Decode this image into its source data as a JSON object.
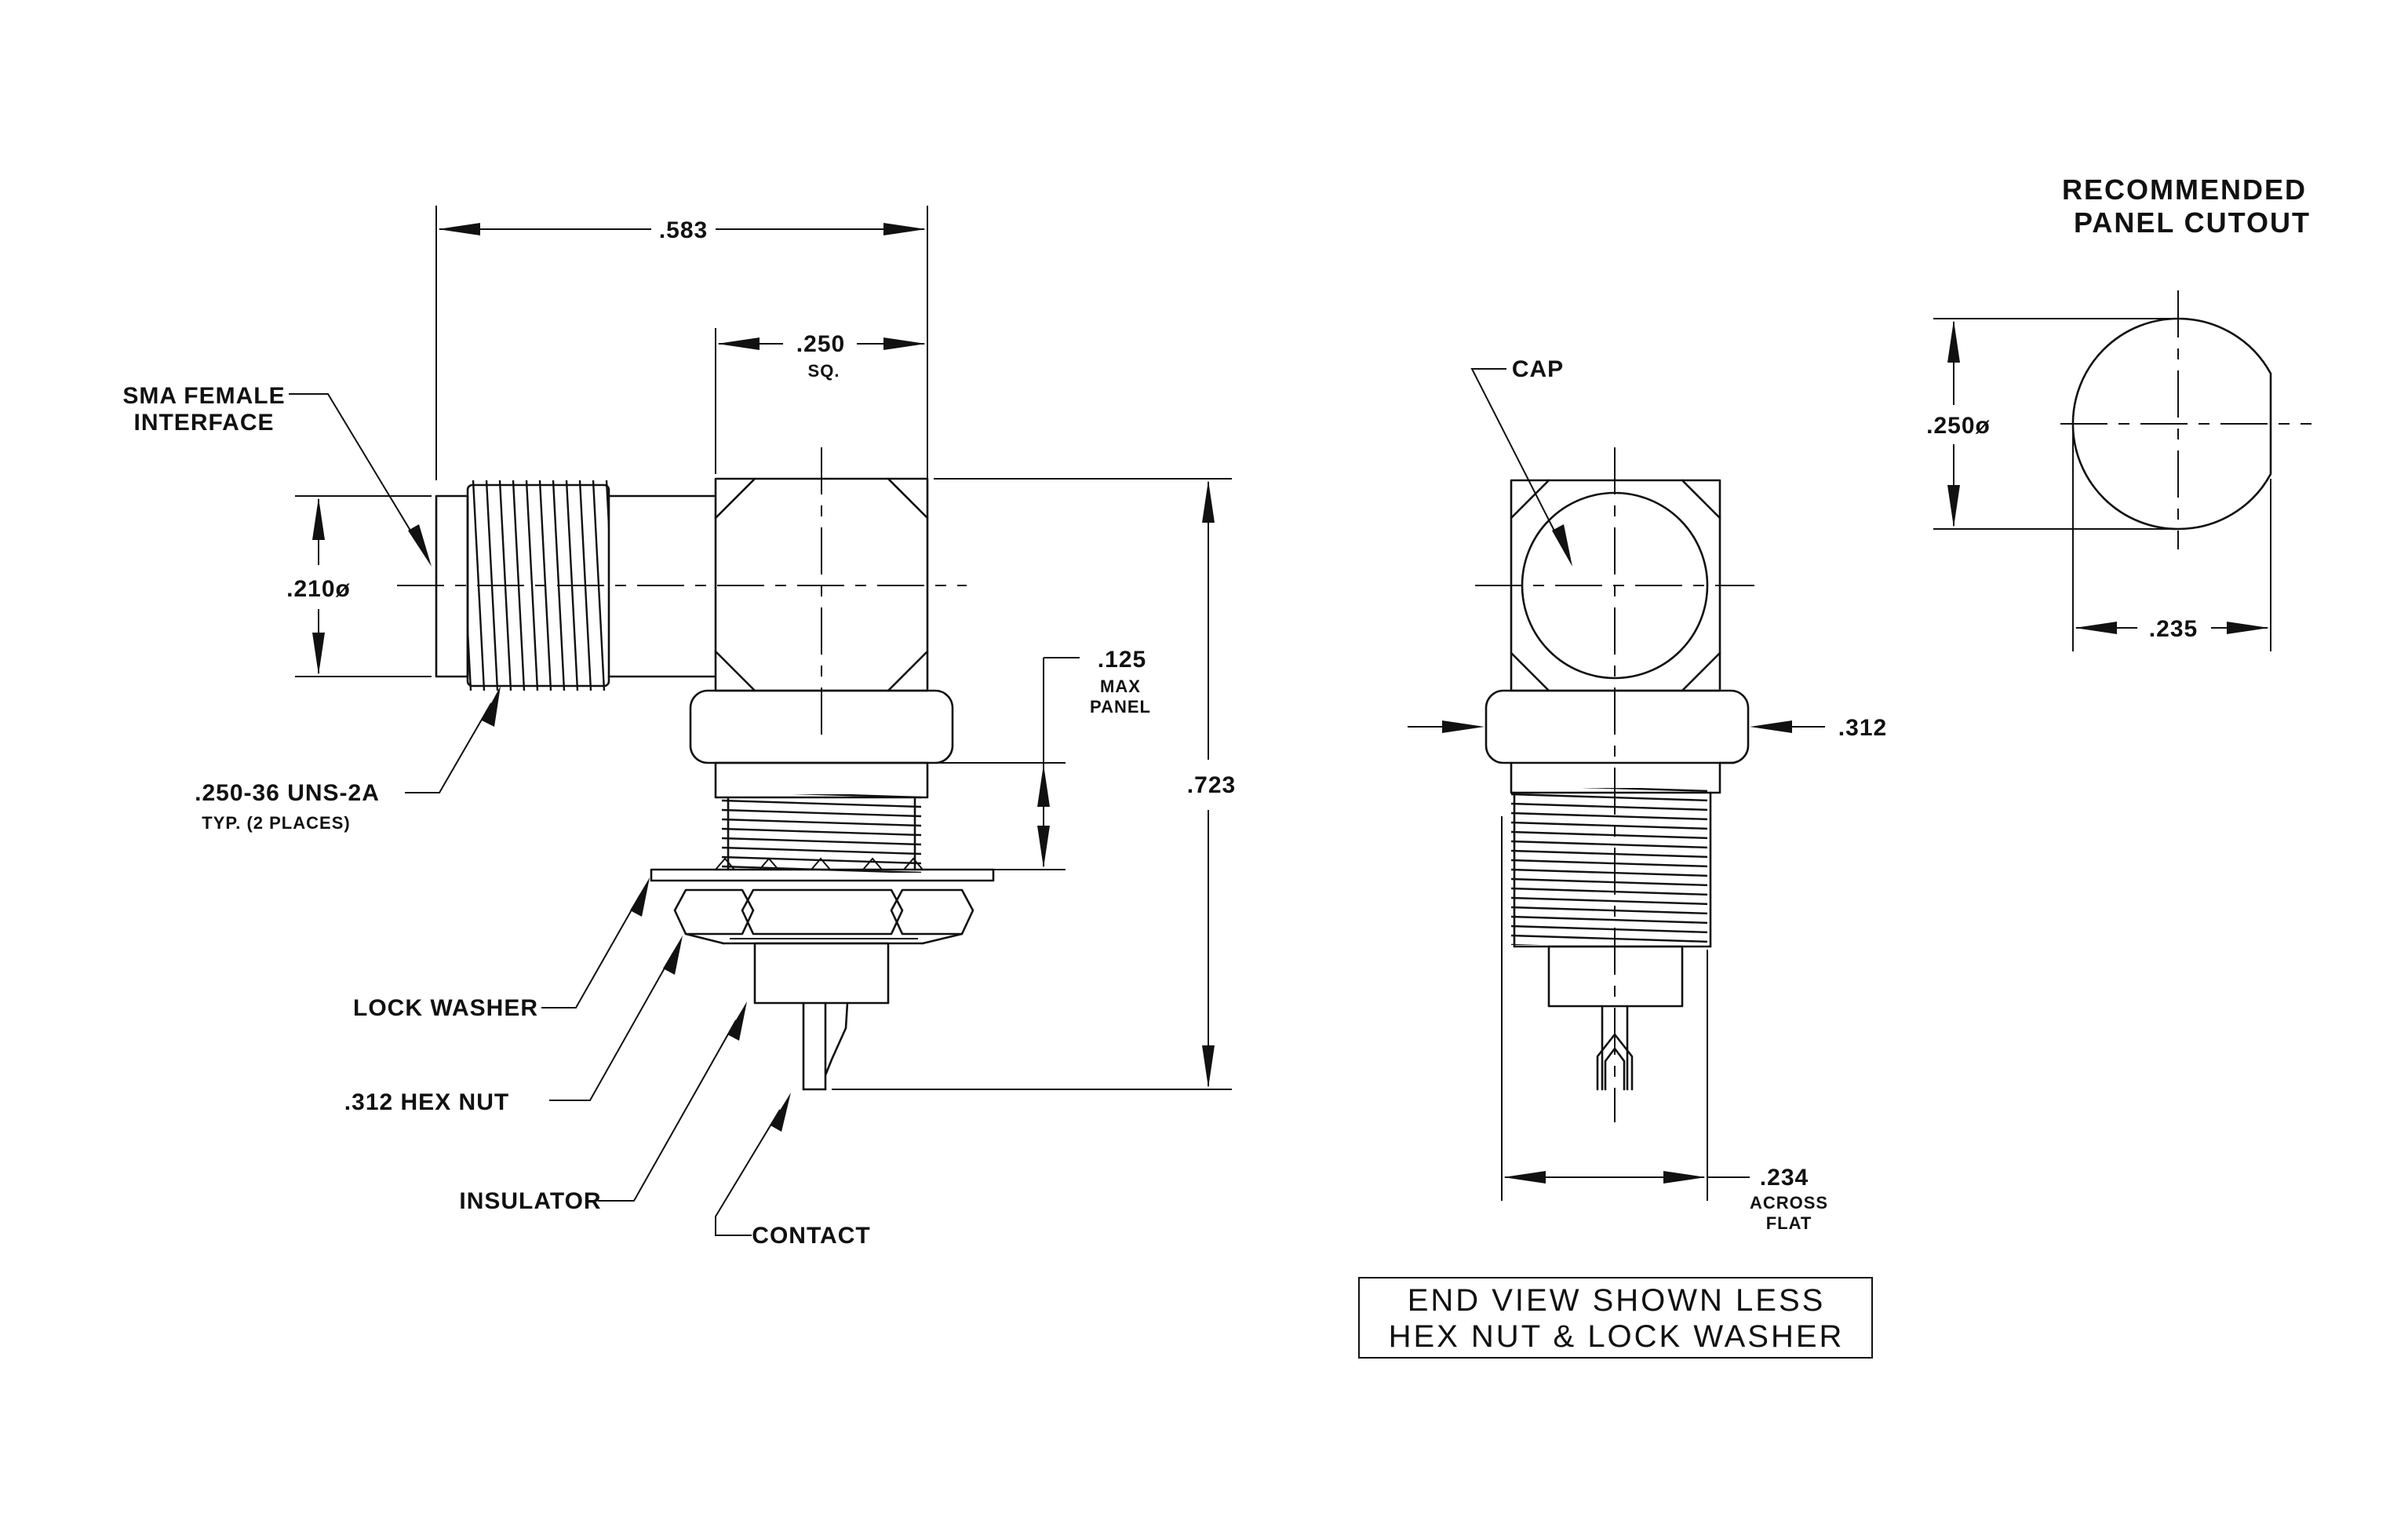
{
  "dimensions": {
    "overall_length": ".583",
    "body_square": ".250",
    "body_square_note": "SQ.",
    "interface_dia": ".210ø",
    "panel_thickness": ".125",
    "panel_thickness_note_1": "MAX",
    "panel_thickness_note_2": "PANEL",
    "overall_height": ".723",
    "end_view_hex": ".312",
    "across_flat": ".234",
    "across_flat_note_1": "ACROSS",
    "across_flat_note_2": "FLAT",
    "cutout_dia": ".250ø",
    "cutout_flat": ".235"
  },
  "callouts": {
    "sma_line1": "SMA FEMALE",
    "sma_line2": "INTERFACE",
    "thread_line1": ".250-36 UNS-2A",
    "thread_line2": "TYP. (2 PLACES)",
    "lock_washer": "LOCK WASHER",
    "hex_nut": ".312 HEX NUT",
    "insulator": "INSULATOR",
    "contact": "CONTACT",
    "cap": "CAP"
  },
  "cutout_title": {
    "line1": "RECOMMENDED",
    "line2": "PANEL CUTOUT"
  },
  "note_box": {
    "line1": "END VIEW SHOWN LESS",
    "line2": "HEX NUT & LOCK WASHER"
  }
}
